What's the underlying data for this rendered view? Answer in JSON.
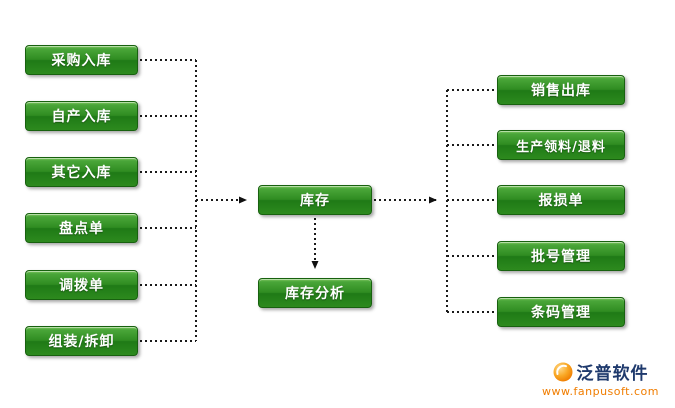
{
  "diagram": {
    "left_nodes": [
      {
        "label": "采购入库"
      },
      {
        "label": "自产入库"
      },
      {
        "label": "其它入库"
      },
      {
        "label": "盘点单"
      },
      {
        "label": "调拨单"
      },
      {
        "label": "组装/拆卸"
      }
    ],
    "center_node": {
      "label": "库存"
    },
    "analysis_node": {
      "label": "库存分析"
    },
    "right_nodes": [
      {
        "label": "销售出库"
      },
      {
        "label": "生产领料/退料"
      },
      {
        "label": "报损单"
      },
      {
        "label": "批号管理"
      },
      {
        "label": "条码管理"
      }
    ],
    "connector_style": "dotted-black-arrows"
  },
  "branding": {
    "name": "泛普软件",
    "url": "www.fanpusoft.com"
  },
  "colors": {
    "node_green": "#2f8c21",
    "node_border": "#18610f",
    "node_text": "#ffffff",
    "connector": "#1a1a1a",
    "brand_name": "#1f3a6d",
    "brand_url": "#f07d00",
    "background": "#ffffff"
  }
}
